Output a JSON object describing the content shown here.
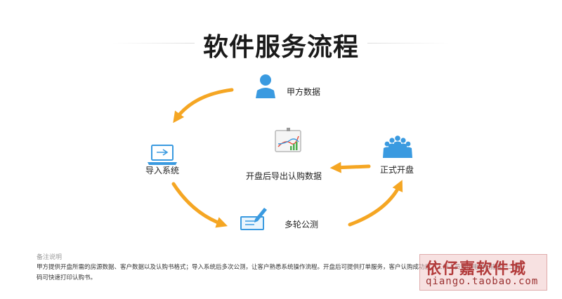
{
  "title": "软件服务流程",
  "steps": {
    "client_data": "甲方数据",
    "import_system": "导入系统",
    "public_test": "多轮公测",
    "official_open": "正式开盘",
    "export_data": "开盘后导出认购数据"
  },
  "notes": {
    "heading": "备注说明",
    "body": "甲方提供开盘所需的房源数据、客户数据以及认购书格式；导入系统后多次公测，让客户熟悉系统操作流程。开盘后可提供打单服务，客户认购成功后，工作人员使用电脑扫描客户二维码可快速打印认购书。"
  },
  "watermark": {
    "top": "依仔嘉软件城",
    "bottom": "qiango.taobao.com"
  },
  "colors": {
    "arrow": "#f5a623",
    "icon_blue": "#3a9ae0",
    "title_text": "#1a1a1a"
  },
  "icons": [
    "person-icon",
    "laptop-icon",
    "form-pen-icon",
    "group-people-icon",
    "chart-board-icon"
  ]
}
